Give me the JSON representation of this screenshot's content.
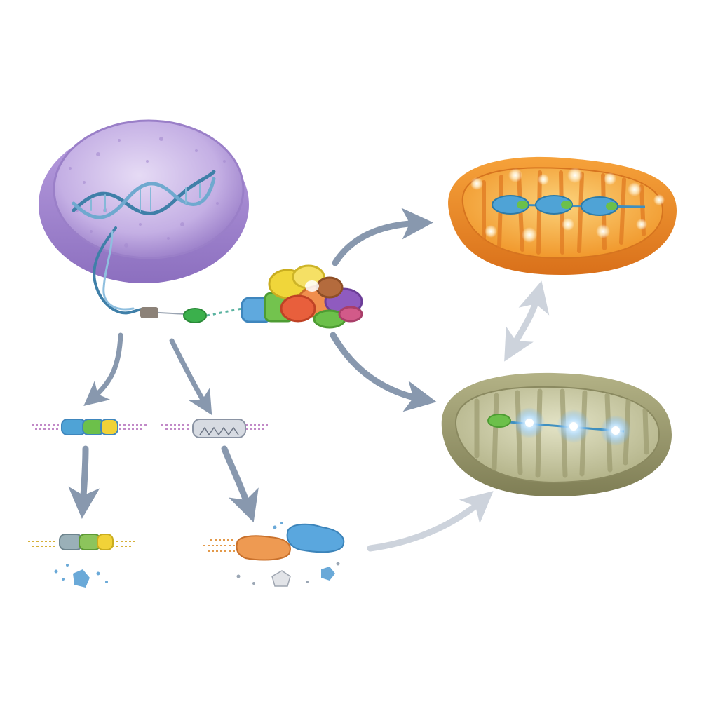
{
  "colors": {
    "background": "#ffffff",
    "nucleus": "#b49ad8",
    "nucleus_inner": "#c7b3e6",
    "dna": "#4f8fb5",
    "arrow": "#8898ae",
    "arrow_light": "#cdd3dc",
    "mito_active": "#f08a26",
    "mito_active_inner": "#f7b34a",
    "mito_inactive": "#9b9a6c",
    "mito_inactive_inner": "#c8c8a2",
    "protein_blue": "#4fa3d6",
    "protein_green": "#6cc04a",
    "protein_yellow": "#f1d238",
    "protein_orange": "#ee9a52",
    "protein_purple": "#8a5bb8",
    "protein_gray": "#c9cdd4",
    "glow_white": "#ffffff",
    "glow_blue": "#bfe3ff"
  },
  "diagram": {
    "nodes": [
      {
        "id": "nucleus",
        "icon": "nucleus-with-dna-icon"
      },
      {
        "id": "ribosome-complex",
        "icon": "protein-cluster-icon"
      },
      {
        "id": "protein-intact",
        "icon": "protein-chain-icon"
      },
      {
        "id": "protein-misfolded",
        "icon": "gray-protein-icon"
      },
      {
        "id": "protein-degraded",
        "icon": "fragmented-protein-icon"
      },
      {
        "id": "protein-aggregated",
        "icon": "aggregate-icon"
      },
      {
        "id": "mitochondrion-active",
        "icon": "mitochondrion-icon"
      },
      {
        "id": "mitochondrion-inactive",
        "icon": "mitochondrion-icon"
      }
    ],
    "edges": [
      {
        "from": "ribosome-complex",
        "to": "mitochondrion-active"
      },
      {
        "from": "ribosome-complex",
        "to": "mitochondrion-inactive"
      },
      {
        "from": "mitochondrion-active",
        "to": "mitochondrion-inactive",
        "bidirectional": true
      },
      {
        "from": "nucleus",
        "to": "protein-intact"
      },
      {
        "from": "nucleus",
        "to": "protein-misfolded"
      },
      {
        "from": "protein-intact",
        "to": "protein-degraded"
      },
      {
        "from": "protein-misfolded",
        "to": "protein-aggregated"
      },
      {
        "from": "protein-aggregated",
        "to": "mitochondrion-inactive"
      }
    ]
  }
}
